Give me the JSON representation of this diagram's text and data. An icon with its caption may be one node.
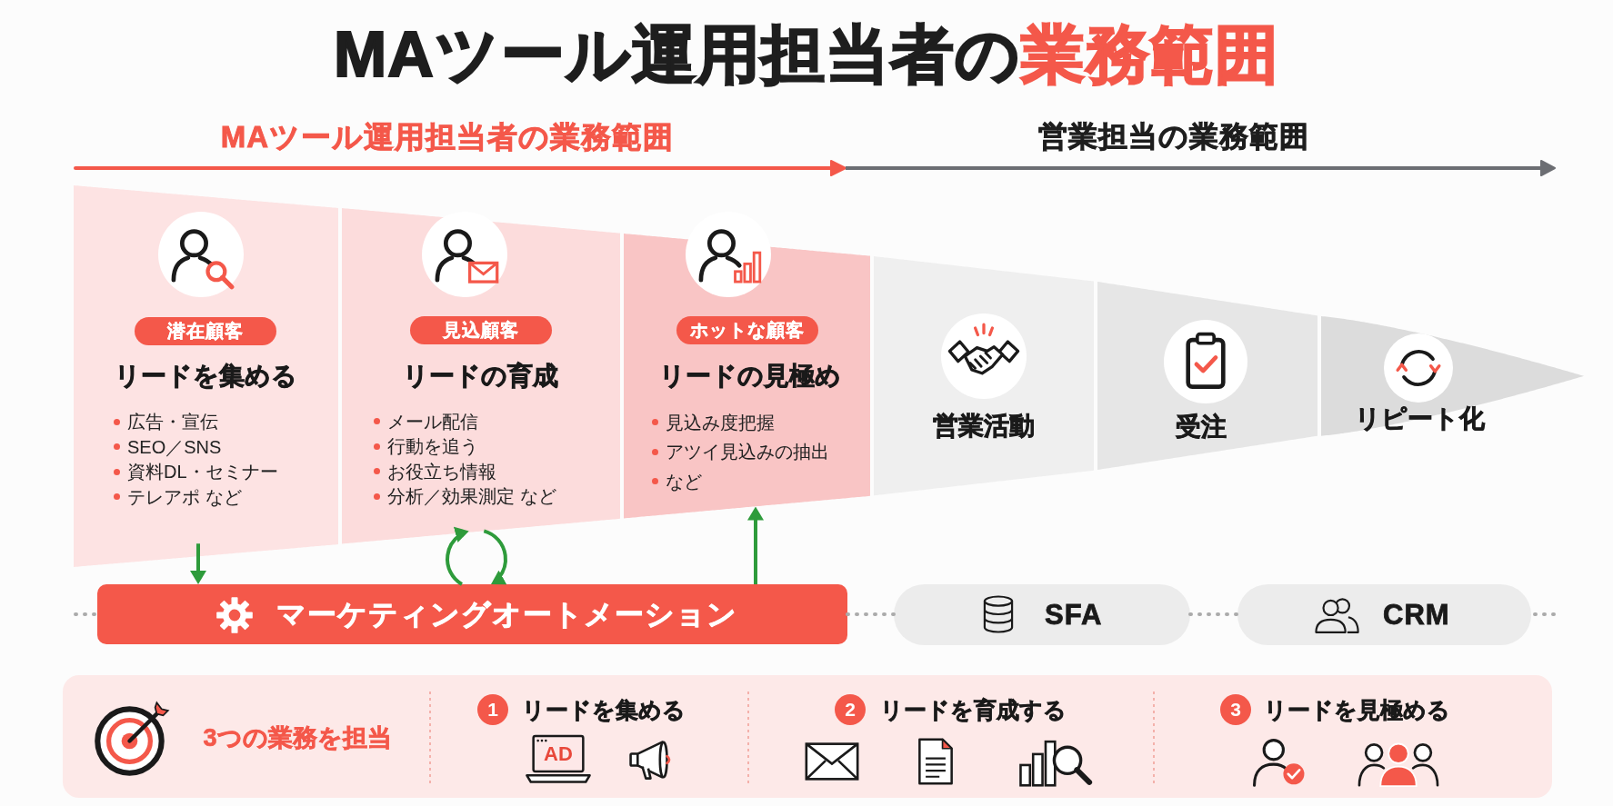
{
  "diagram": {
    "title": "MAツール運用担当者の**業務範囲**",
    "nodes": [
      {
        "text": [
          "リードを集める",
          "広告・宣伝",
          "SEO／SNS",
          "資料DL・セミナー",
          "テレアポ など"
        ]
      },
      {
        "text": [
          "潜在顧客"
        ],
        "in": 0
      },
      {
        "text": [
          "リードの育成",
          "メール配信",
          "行動を追う",
          "お役立ち情報",
          "分析／効果測定 など"
        ]
      },
      {
        "text": [
          "見込顧客"
        ],
        "in": 2
      },
      {
        "text": [
          "リードの見極め",
          "見込み度把握",
          "アツイ見込みの抽出",
          "など"
        ]
      },
      {
        "text": [
          "ホットな顧客"
        ],
        "in": 4
      },
      {
        "text": [
          "営業活動"
        ]
      },
      {
        "text": [
          "受注"
        ]
      },
      {
        "text": [
          "リピート化"
        ]
      },
      {
        "text": [
          "マーケティングオートメーション"
        ]
      },
      {
        "text": [
          "SFA"
        ]
      },
      {
        "text": [
          "CRM"
        ]
      },
      {
        "text": [
          "3つの業務を担当"
        ]
      },
      {
        "text": [
          "1"
        ],
        "in": 12,
        "beside": [
          "リードを集める"
        ]
      },
      {
        "text": [
          "2"
        ],
        "in": 12,
        "beside": [
          "リードを育成する"
        ]
      },
      {
        "text": [
          "3"
        ],
        "in": 12,
        "beside": [
          "リードを見極める"
        ]
      }
    ],
    "edges": [
      {
        "from": 0,
        "to": 9,
        "arrow": "to"
      },
      {
        "from": 9,
        "to": 2,
        "arrow": "to"
      },
      {
        "from": 2,
        "to": 9,
        "arrow": "to"
      },
      {
        "from": 9,
        "to": 4,
        "arrow": "to"
      },
      {
        "from": 9,
        "to": 10,
        "arrow": "none",
        "style": "dashed",
        "color": "#ababab"
      },
      {
        "from": 10,
        "to": 11,
        "arrow": "none",
        "style": "dashed",
        "color": "#ababab"
      }
    ],
    "labels": [
      "MAツール運用担当者の業務範囲",
      "営業担当の業務範囲",
      "AD"
    ]
  }
}
